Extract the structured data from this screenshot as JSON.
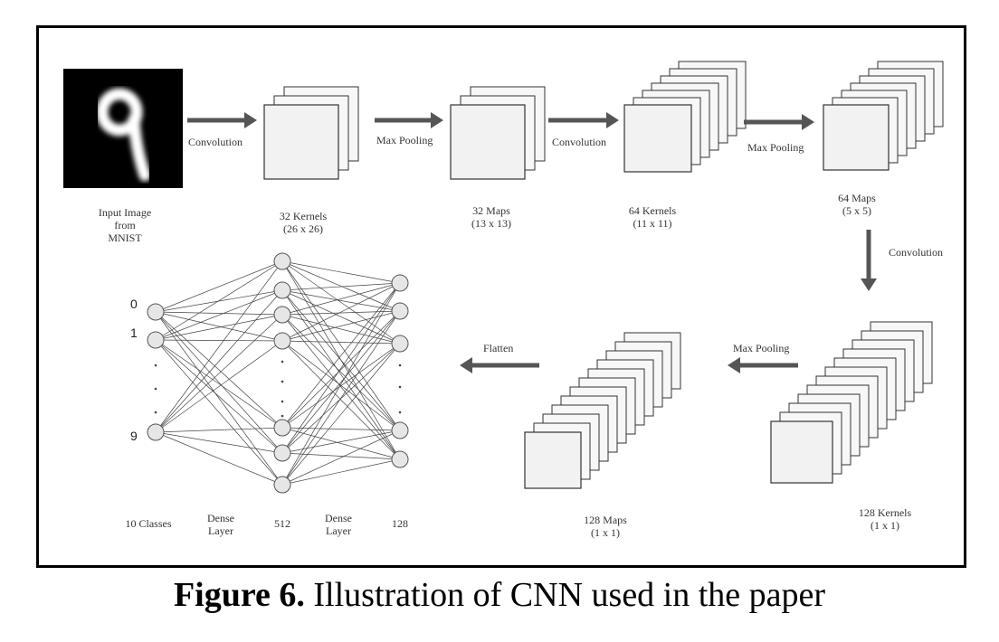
{
  "diagram": {
    "input_label": [
      "Input Image",
      "from",
      "MNIST"
    ],
    "input_digit": "9",
    "ops": {
      "conv1": "Convolution",
      "pool1": "Max Pooling",
      "conv2": "Convolution",
      "pool2": "Max Pooling",
      "conv3": "Convolution",
      "pool3": "Max Pooling",
      "flatten": "Flatten"
    },
    "stages": {
      "s1": [
        "32 Kernels",
        "(26 x 26)"
      ],
      "s2": [
        "32 Maps",
        "(13 x 13)"
      ],
      "s3": [
        "64 Kernels",
        "(11 x 11)"
      ],
      "s4": [
        "64 Maps",
        "(5 x 5)"
      ],
      "s5": [
        "128 Kernels",
        "(1 x 1)"
      ],
      "s6": [
        "128 Maps",
        "(1 x 1)"
      ]
    },
    "network": {
      "output_indices": [
        "0",
        "1",
        "9"
      ],
      "labels": {
        "classes": "10 Classes",
        "dense1": [
          "Dense",
          "Layer"
        ],
        "n512": "512",
        "dense2": [
          "Dense",
          "Layer"
        ],
        "n128": "128"
      }
    }
  },
  "caption": {
    "label": "Figure 6.",
    "text": " Illustration of CNN used in the paper"
  }
}
